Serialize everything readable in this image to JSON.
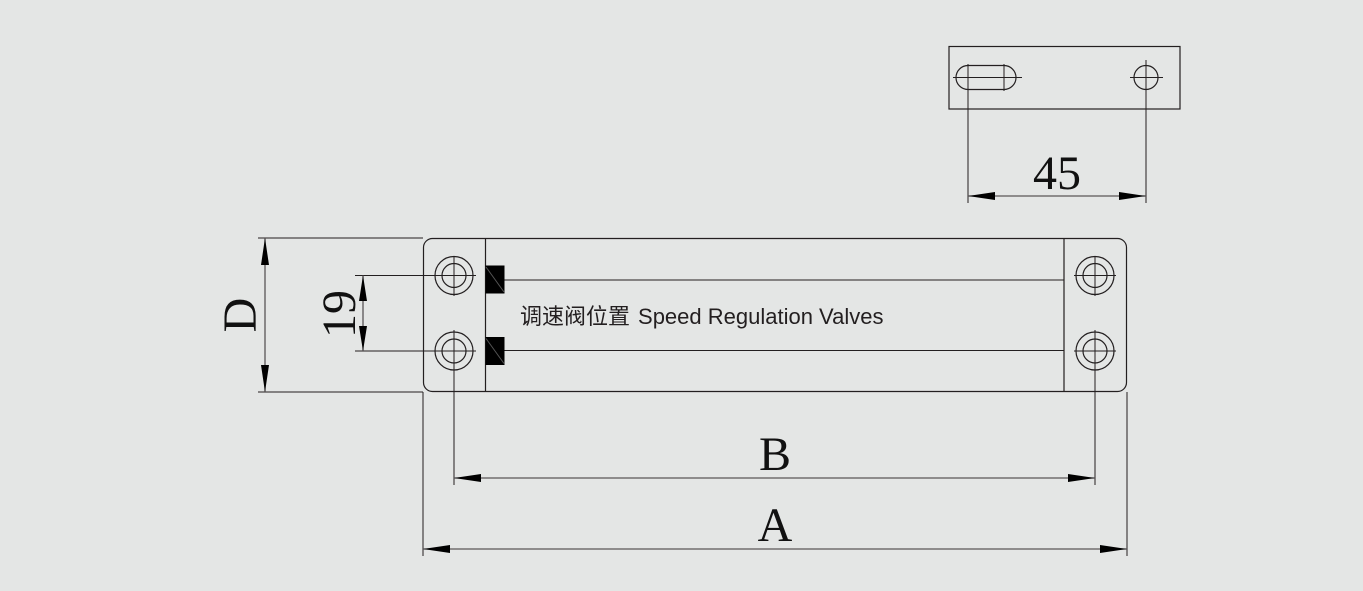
{
  "drawing": {
    "title": "Speed regulation valve mounting dimensions",
    "colors": {
      "background": "#e4e6e5",
      "line": "#231f20",
      "dimension_line": "#5a5657",
      "valve_fill": "#000000"
    }
  },
  "bracket_view": {
    "features": [
      "slot-hole",
      "round-hole"
    ],
    "dimension": {
      "label": "45",
      "meaning": "hole center spacing"
    }
  },
  "main_view": {
    "dimensions": {
      "overall_length": {
        "label": "A"
      },
      "mount_hole_spacing_length": {
        "label": "B"
      },
      "overall_depth": {
        "label": "D"
      },
      "mount_hole_spacing_depth": {
        "label": "19"
      }
    },
    "note": {
      "label_cn": "调速阀位置",
      "label_en": "Speed Regulation Valves"
    },
    "mounting_holes": 4,
    "valves": 2
  }
}
